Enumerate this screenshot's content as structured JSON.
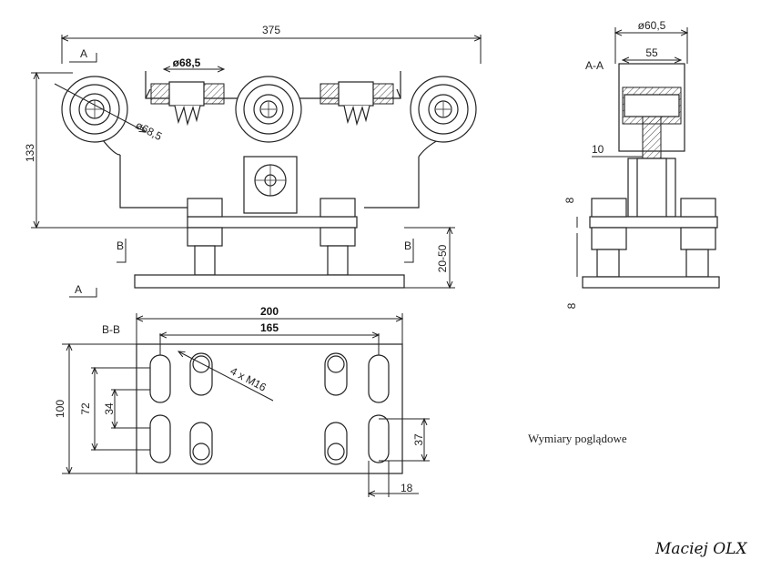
{
  "front_view": {
    "dim_width": "375",
    "dim_height": "133",
    "dim_adjust": "20-50",
    "dim_roller_top": "ø68,5",
    "dim_roller_side": "ø68,5",
    "section_a_top": "A",
    "section_a_bottom": "A",
    "section_b_left": "B",
    "section_b_right": "B"
  },
  "section_aa": {
    "title": "A-A",
    "dim_outer": "ø60,5",
    "dim_inner": "55",
    "dim_gap": "10",
    "dim_nut_top": "8",
    "dim_nut_bottom": "8"
  },
  "section_bb": {
    "title": "B-B",
    "dim_width": "200",
    "dim_holes": "165",
    "dim_height": "100",
    "dim_slot_outer": "72",
    "dim_slot_inner": "34",
    "dim_slot_len": "37",
    "dim_slot_w": "18",
    "thread_note": "4 x M16"
  },
  "note": "Wymiary poglądowe",
  "signature": "Maciej OLX"
}
